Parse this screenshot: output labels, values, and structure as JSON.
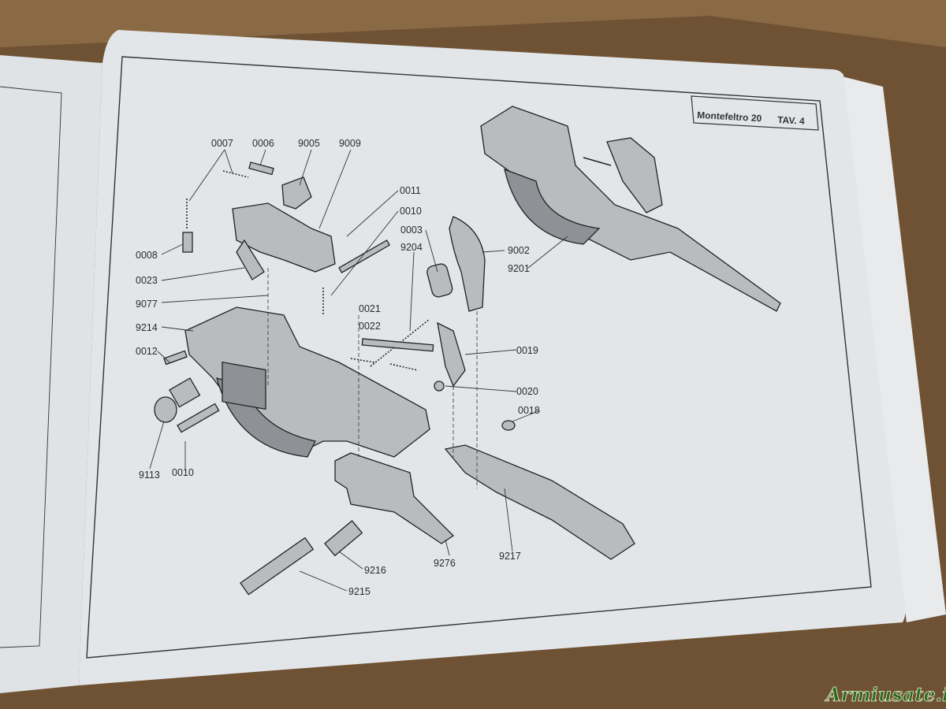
{
  "header": {
    "model": "Montefeltro 20",
    "plate": "TAV. 4"
  },
  "part_labels": {
    "p0007": "0007",
    "p0006": "0006",
    "p9005": "9005",
    "p9009": "9009",
    "p0011": "0011",
    "p0010a": "0010",
    "p0003": "0003",
    "p9204": "9204",
    "p9002": "9002",
    "p9201": "9201",
    "p0008": "0008",
    "p0023": "0023",
    "p9077": "9077",
    "p9214": "9214",
    "p0012": "0012",
    "p0021": "0021",
    "p0022": "0022",
    "p0019": "0019",
    "p0020": "0020",
    "p0018": "0018",
    "p9113": "9113",
    "p0010b": "0010",
    "p9276": "9276",
    "p9216": "9216",
    "p9215": "9215",
    "p9217": "9217"
  },
  "watermark": "Armiusate.it"
}
